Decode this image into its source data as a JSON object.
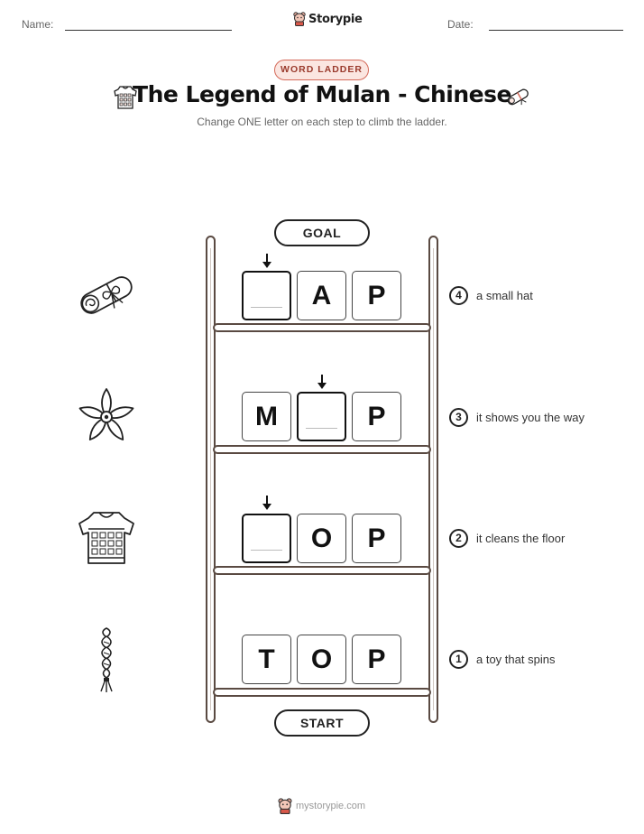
{
  "header": {
    "name_label": "Name:",
    "date_label": "Date:",
    "brand": "Storypie"
  },
  "badge": "WORD LADDER",
  "title": "The Legend of Mulan - Chinese",
  "subtitle": "Change ONE letter on each step to climb the ladder.",
  "goal_label": "GOAL",
  "start_label": "START",
  "rows": [
    {
      "step": "4",
      "clue": "a small hat",
      "icon": "scroll-icon",
      "letters": [
        "",
        "A",
        "P"
      ]
    },
    {
      "step": "3",
      "clue": "it shows you the way",
      "icon": "flower-icon",
      "letters": [
        "M",
        "",
        "P"
      ]
    },
    {
      "step": "2",
      "clue": "it cleans the floor",
      "icon": "armor-icon",
      "letters": [
        "",
        "O",
        "P"
      ]
    },
    {
      "step": "1",
      "clue": "a toy that spins",
      "icon": "braid-icon",
      "letters": [
        "T",
        "O",
        "P"
      ]
    }
  ],
  "footer": "mystorypie.com"
}
